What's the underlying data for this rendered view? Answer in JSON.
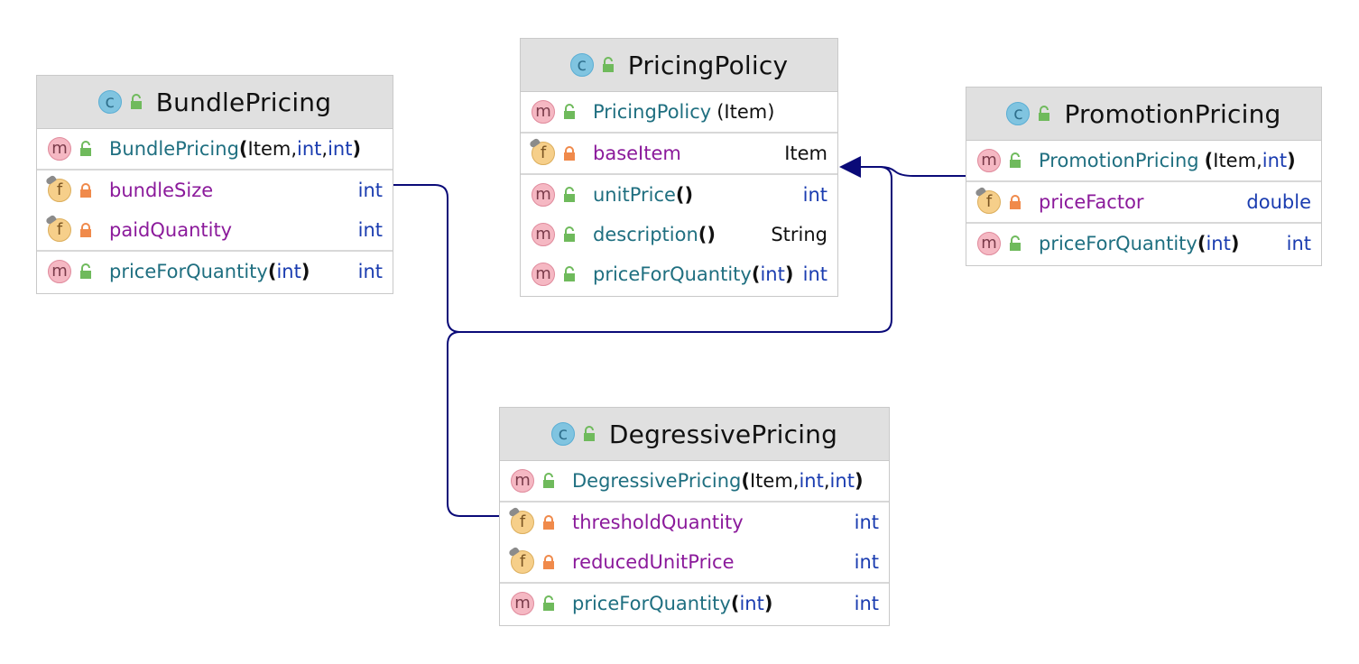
{
  "classes": {
    "pricingpolicy": {
      "name": "PricingPolicy",
      "constructor": {
        "name": "PricingPolicy",
        "params": "(Item)"
      },
      "field": {
        "name": "baseItem",
        "type": "Item"
      },
      "methods": [
        {
          "name": "unitPrice",
          "params": "()",
          "type": "int"
        },
        {
          "name": "description",
          "params": "()",
          "type": "String"
        },
        {
          "name": "priceForQuantity",
          "param_open": "(",
          "param_type": "int",
          "param_close": ")",
          "type": "int"
        }
      ]
    },
    "bundlepricing": {
      "name": "BundlePricing",
      "constructor": {
        "name": "BundlePricing",
        "p1": "Item",
        "p2": "int",
        "p3": "int"
      },
      "fields": [
        {
          "name": "bundleSize",
          "type": "int"
        },
        {
          "name": "paidQuantity",
          "type": "int"
        }
      ],
      "method": {
        "name": "priceForQuantity",
        "param_type": "int",
        "type": "int"
      }
    },
    "promotionpricing": {
      "name": "PromotionPricing",
      "constructor": {
        "name": "PromotionPricing",
        "p1": "Item",
        "p2": "int"
      },
      "field": {
        "name": "priceFactor",
        "type": "double"
      },
      "method": {
        "name": "priceForQuantity",
        "param_type": "int",
        "type": "int"
      }
    },
    "degressivepricing": {
      "name": "DegressivePricing",
      "constructor": {
        "name": "DegressivePricing",
        "p1": "Item",
        "p2": "int",
        "p3": "int"
      },
      "fields": [
        {
          "name": "thresholdQuantity",
          "type": "int"
        },
        {
          "name": "reducedUnitPrice",
          "type": "int"
        }
      ],
      "method": {
        "name": "priceForQuantity",
        "param_type": "int",
        "type": "int"
      }
    }
  },
  "badges": {
    "class": "c",
    "method": "m",
    "field": "f"
  },
  "punct": {
    "open": "(",
    "close": ")",
    "comma": ", "
  },
  "icons": {
    "class_badge": "class-icon",
    "method_badge": "method-icon",
    "field_badge": "field-icon",
    "public": "public-unlocked-icon",
    "private": "private-lock-icon",
    "arrow": "inheritance-arrow-icon"
  },
  "colors": {
    "header_bg": "#e0e0e0",
    "method_name": "#1f6f80",
    "field_name": "#8b1a9b",
    "keyword_type": "#1a3cb0",
    "connector": "#0a0a78",
    "public_icon": "#6fba5c",
    "private_icon": "#f08a4b"
  }
}
